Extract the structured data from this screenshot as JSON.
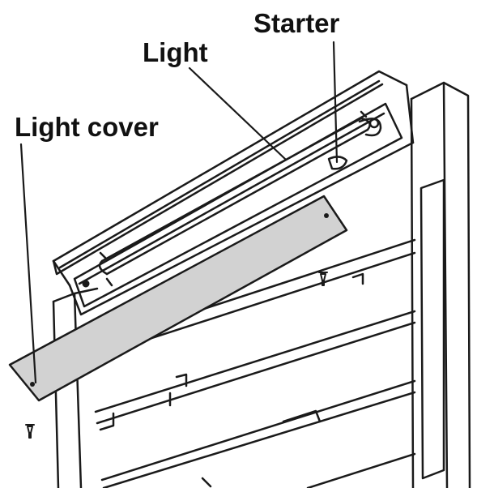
{
  "labels": {
    "starter": "Starter",
    "light": "Light",
    "light_cover": "Light cover"
  },
  "colors": {
    "line": "#1a1a1a",
    "cover_fill": "#d2d2d2",
    "background": "#ffffff"
  }
}
